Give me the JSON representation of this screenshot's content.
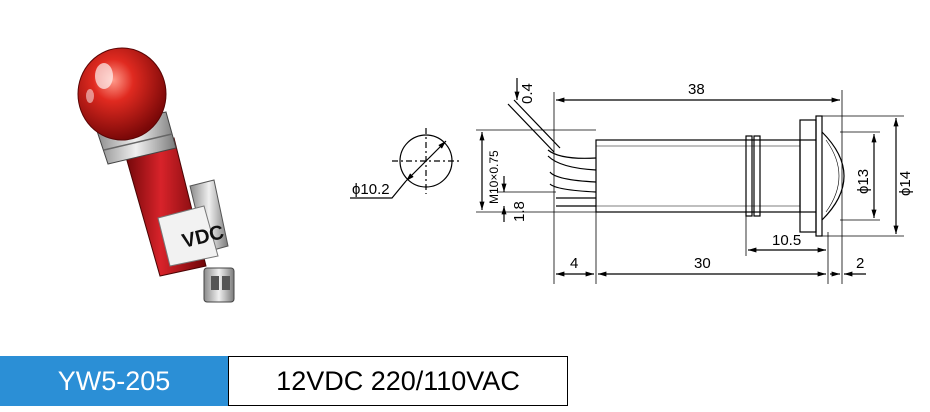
{
  "product_photo": {
    "band_text": "VDC",
    "lens_color": "#d01a1a",
    "body_color": "#b8141a",
    "metal_color": "#c9c9c9"
  },
  "front_view": {
    "diameter_label": "ϕ10.2"
  },
  "side_view": {
    "dim_top_length": "38",
    "dim_gap_top": "0.4",
    "dim_thread": "M10×0.75",
    "dim_gap_bottom": "1.8",
    "dim_inner_diameter": "ϕ13",
    "dim_outer_diameter": "ϕ14",
    "dim_nut_length": "10.5",
    "dim_body_length": "30",
    "dim_terminal": "4",
    "dim_cap": "2"
  },
  "label_bar": {
    "model": "YW5-205",
    "spec": "12VDC 220/110VAC",
    "model_bg": "#2b8fd6"
  }
}
